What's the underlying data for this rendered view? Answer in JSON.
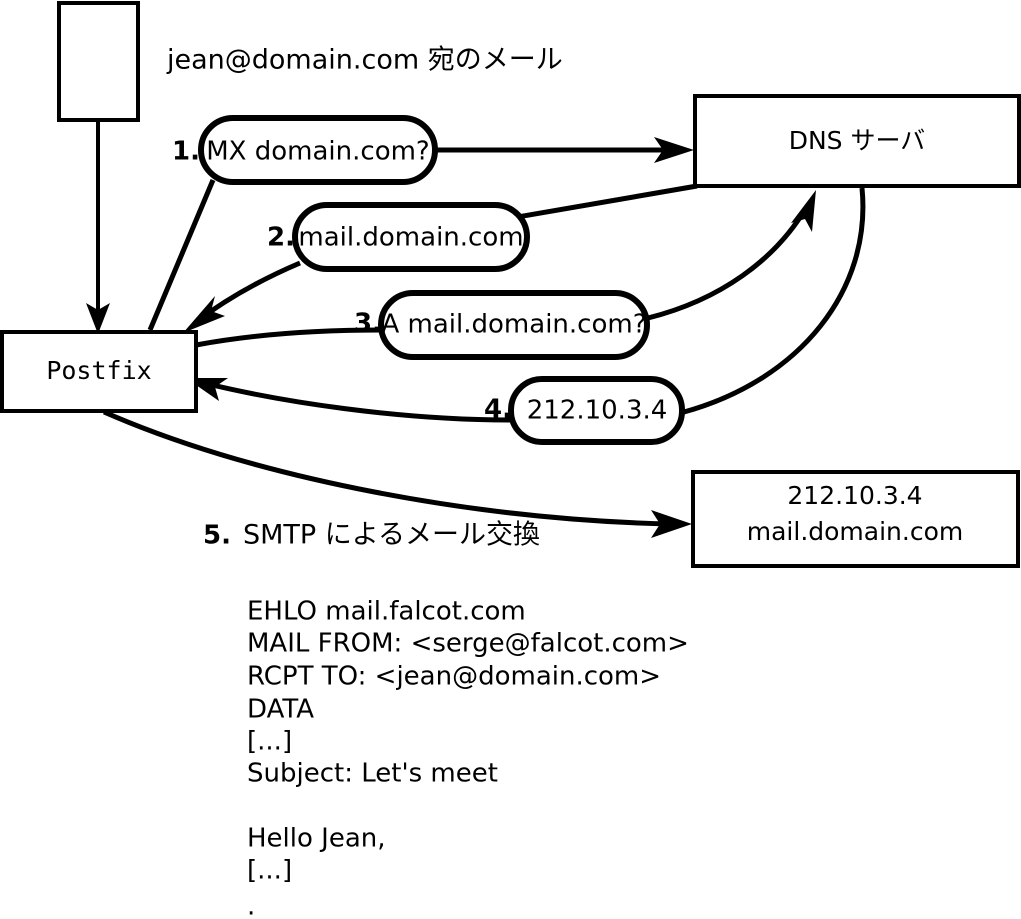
{
  "diagram": {
    "caption": "jean@domain.com 宛のメール",
    "nodes": {
      "sender": {
        "label": ""
      },
      "postfix": {
        "label": "Postfix"
      },
      "dns": {
        "label": "DNS サーバ"
      },
      "mailserver": {
        "line1": "212.10.3.4",
        "line2": "mail.domain.com"
      }
    },
    "steps": [
      {
        "num": "1.",
        "label": "MX domain.com?"
      },
      {
        "num": "2.",
        "label": "mail.domain.com"
      },
      {
        "num": "3.",
        "label": "A mail.domain.com?"
      },
      {
        "num": "4.",
        "label": "212.10.3.4"
      },
      {
        "num": "5.",
        "label": "SMTP によるメール交換"
      }
    ],
    "transcript": [
      "EHLO mail.falcot.com",
      "MAIL FROM: <serge@falcot.com>",
      "RCPT TO: <jean@domain.com>",
      "DATA",
      "[...]",
      "Subject: Let's meet",
      "",
      "Hello Jean,",
      "[...]",
      "."
    ],
    "colors": {
      "stroke": "#000000",
      "fill": "#ffffff",
      "text": "#000000"
    }
  }
}
